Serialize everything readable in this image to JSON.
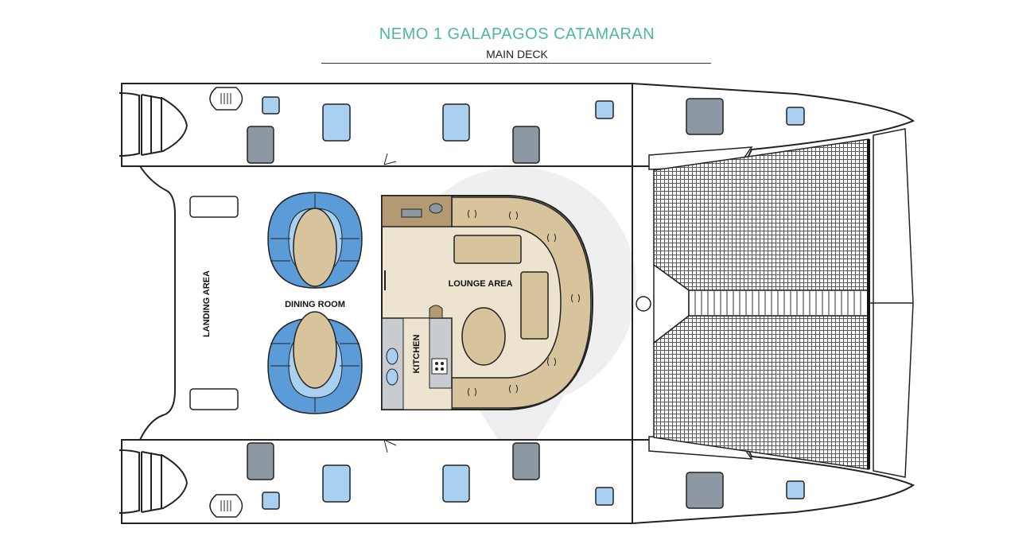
{
  "header": {
    "title": "NEMO 1 GALAPAGOS CATAMARAN",
    "subtitle": "MAIN DECK"
  },
  "areas": {
    "landing": "LANDING AREA",
    "dining": "DINING ROOM",
    "lounge": "LOUNGE AREA",
    "kitchen": "KITCHEN"
  },
  "colors": {
    "title": "#4bb8a4",
    "window": "#a9cff1",
    "door": "#8e98a2",
    "seat": "#5b9bd8",
    "table": "#d8c49c",
    "lounge": "#e9dcbf",
    "kitchen": "#c8ccd1",
    "counter": "#ece4cf",
    "storage": "#b49a72",
    "net": "#555555"
  }
}
